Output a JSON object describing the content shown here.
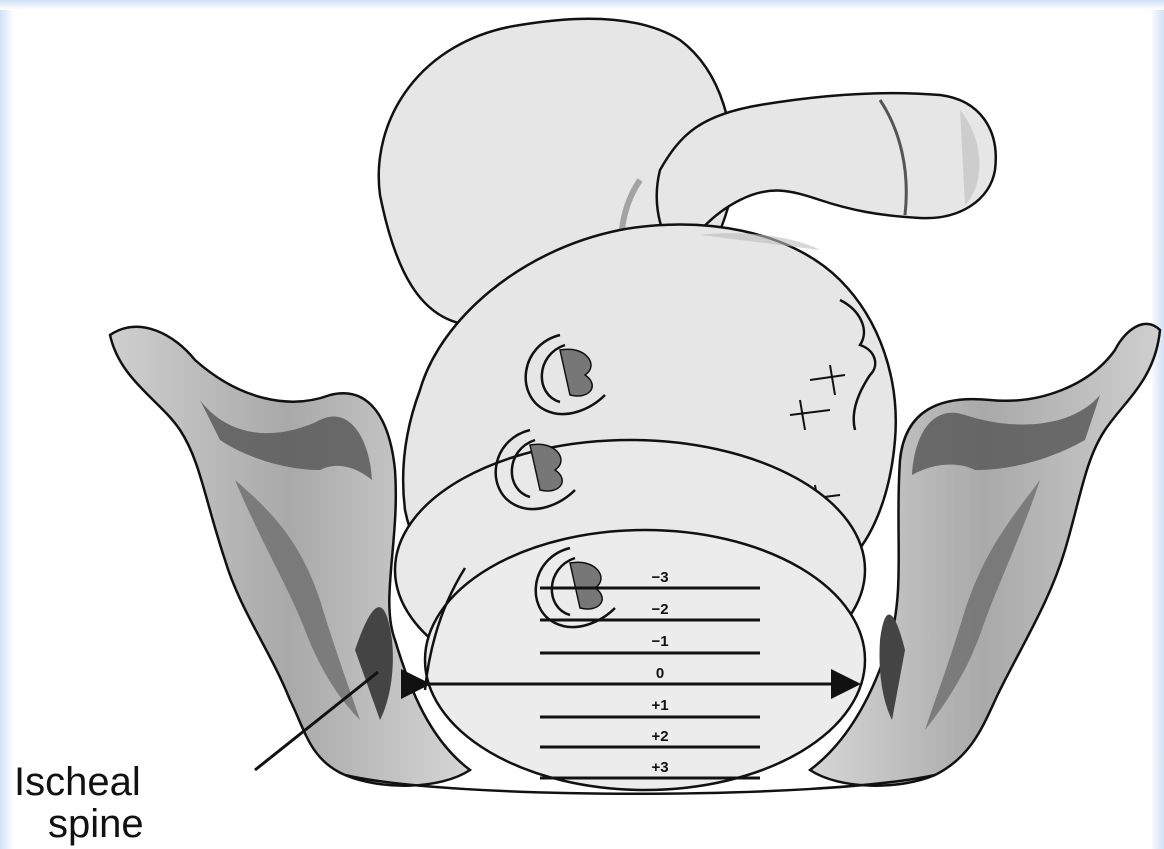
{
  "diagram": {
    "label_line1": "Ischeal",
    "label_line2": "spine",
    "stations": [
      "−3",
      "−2",
      "−1",
      "0",
      "+1",
      "+2",
      "+3"
    ],
    "colors": {
      "background": "#ffffff",
      "border": "#cfe3f7",
      "skin": "#e6e6e6",
      "bone_light": "#bdbdbd",
      "bone_dark": "#555555",
      "ink": "#111111"
    }
  }
}
